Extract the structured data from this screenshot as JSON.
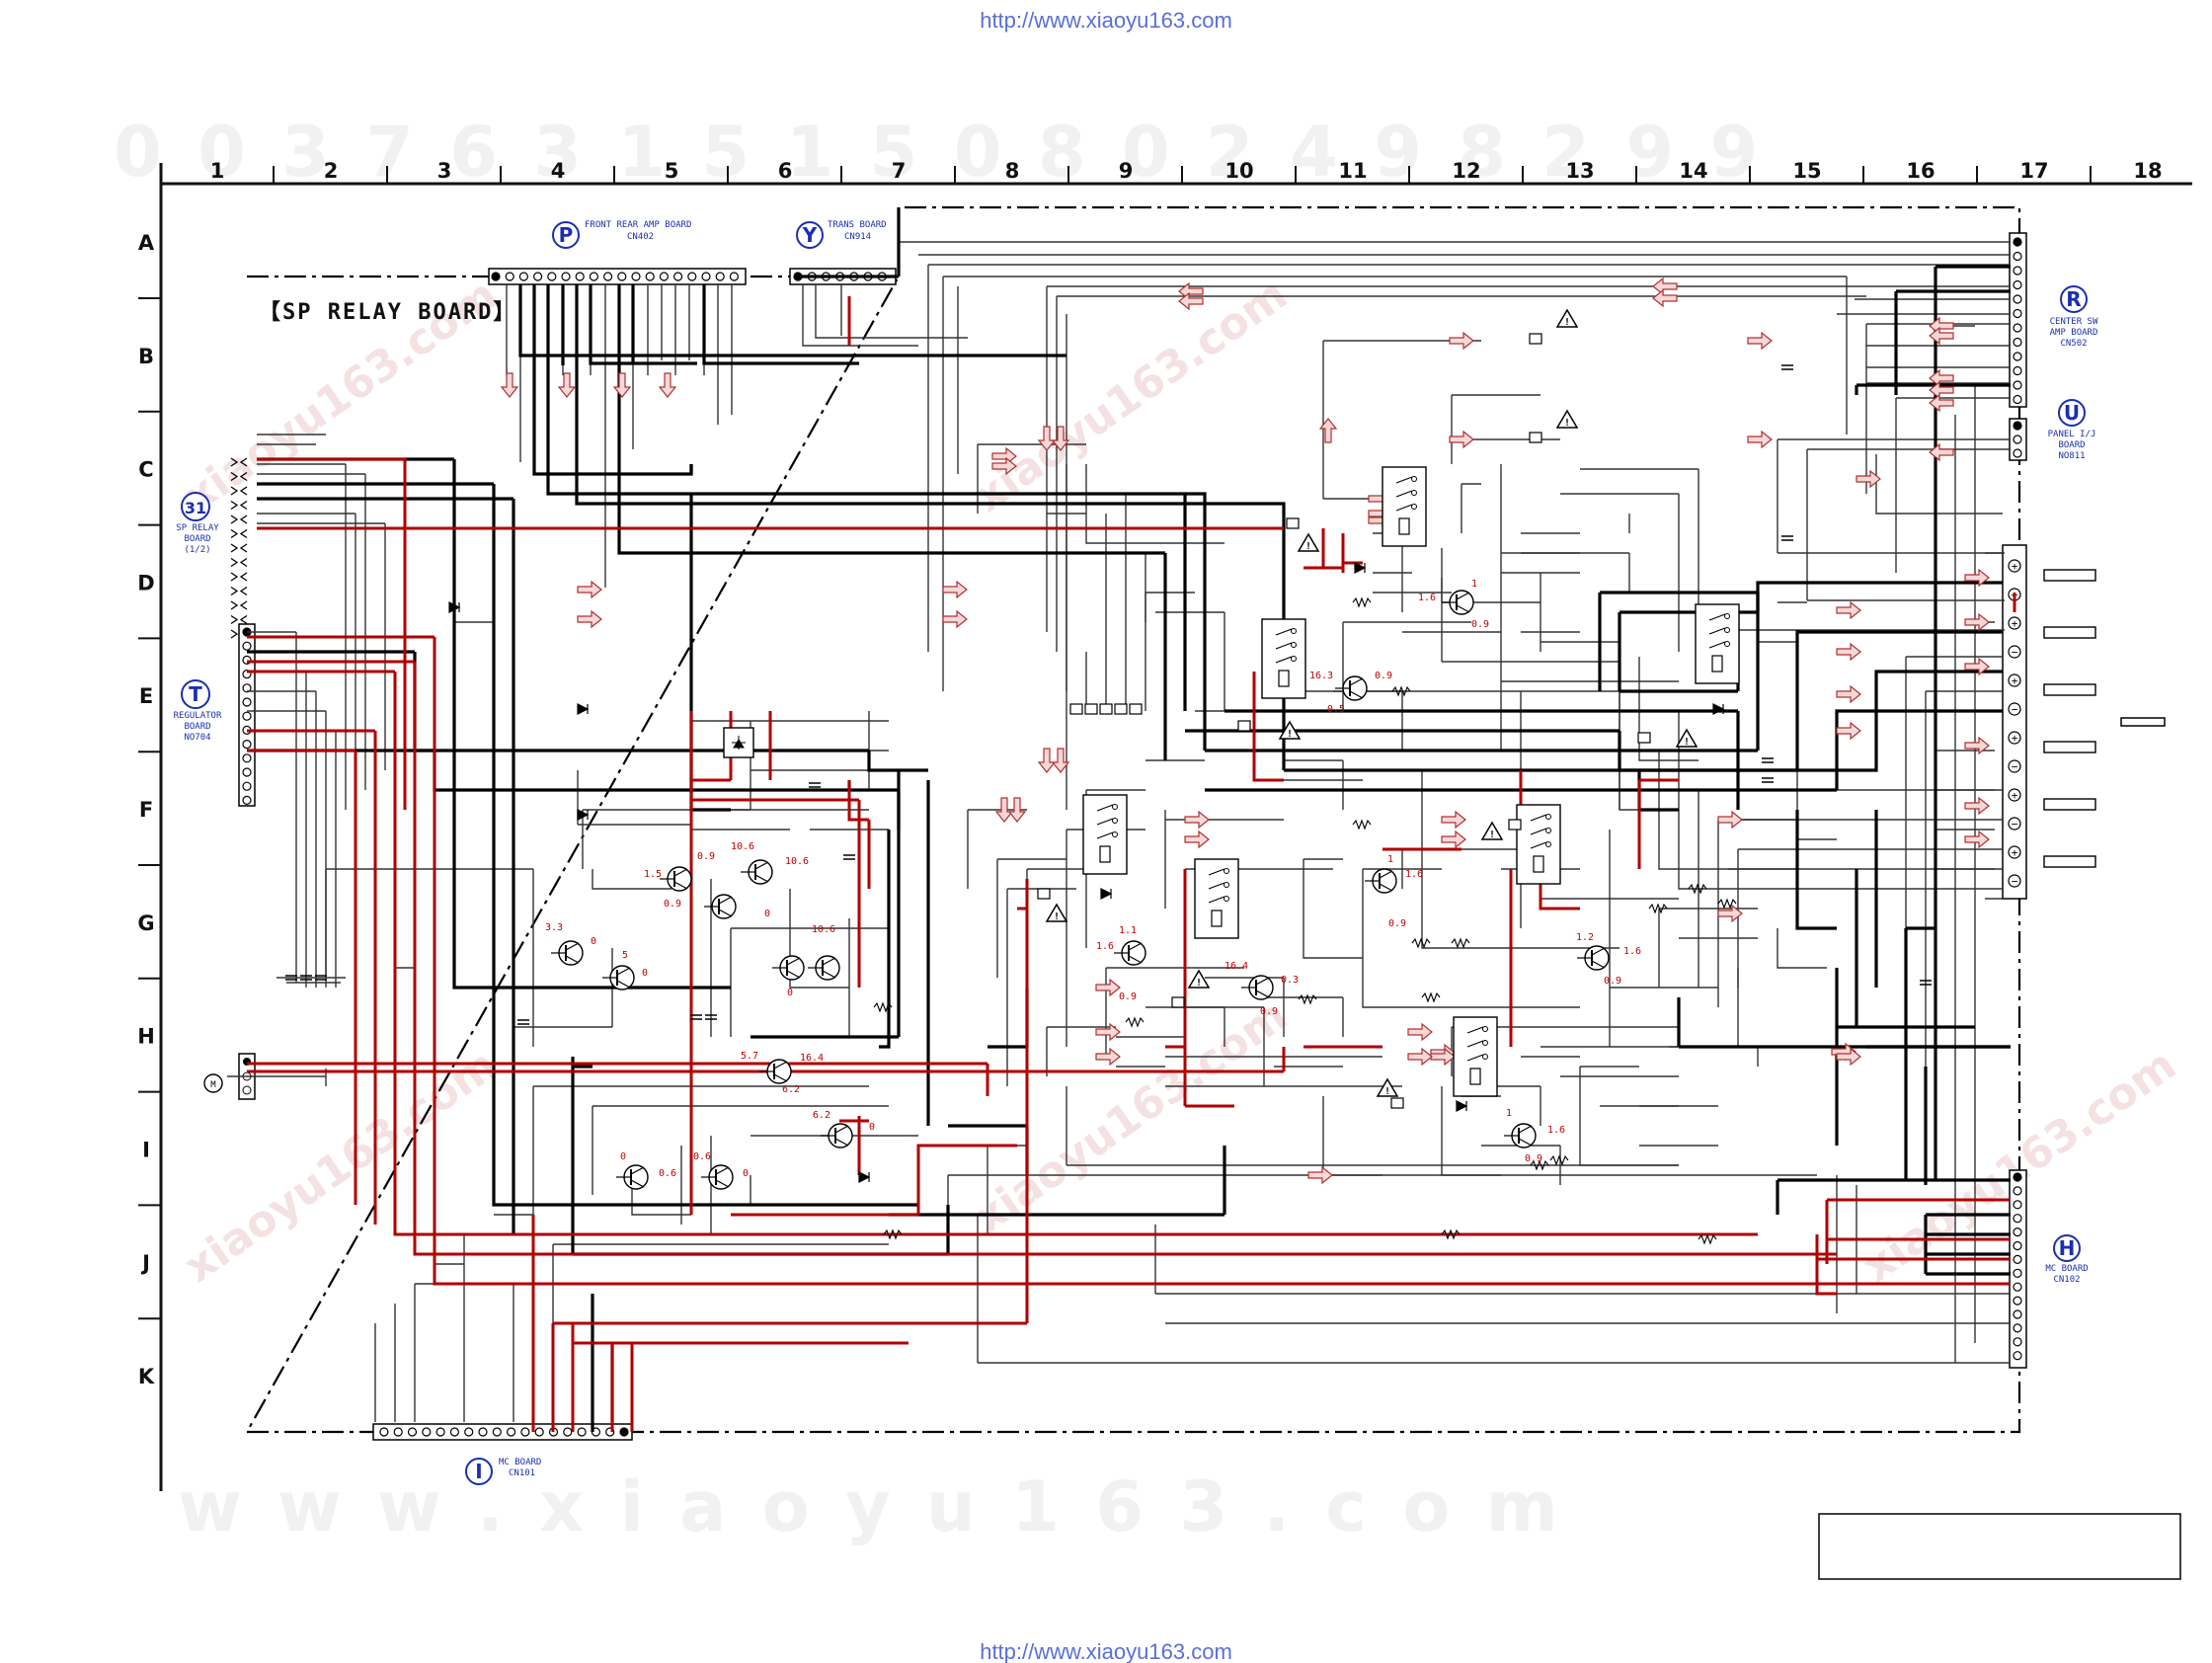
{
  "page": {
    "url_top": "http://www.xiaoyu163.com",
    "url_bottom": "http://www.xiaoyu163.com",
    "watermark_number": "0 0 3 7 6 3 1 5 1 5 0 8 0 2 4 9 8 2 9 9",
    "watermark_site": "w w w . x i a o y u 1 6 3 . c o m"
  },
  "grid": {
    "columns": [
      "1",
      "2",
      "3",
      "4",
      "5",
      "6",
      "7",
      "8",
      "9",
      "10",
      "11",
      "12",
      "13",
      "14",
      "15",
      "16",
      "17",
      "18"
    ],
    "rows": [
      "A",
      "B",
      "C",
      "D",
      "E",
      "F",
      "G",
      "H",
      "I",
      "J",
      "K"
    ]
  },
  "board_title": "【SP RELAY BOARD】",
  "connectors": {
    "P": {
      "letter": "P",
      "line1": "FRONT REAR AMP BOARD",
      "line2": "CN402"
    },
    "Y": {
      "letter": "Y",
      "line1": "TRANS BOARD",
      "line2": "CN914"
    },
    "R": {
      "letter": "R",
      "line1": "CENTER SW",
      "line2": "AMP BOARD",
      "line3": "CN502"
    },
    "U": {
      "letter": "U",
      "line1": "PANEL I/J",
      "line2": "BOARD",
      "line3": "NO811"
    },
    "B31": {
      "letter": "31",
      "line1": "SP RELAY",
      "line2": "BOARD",
      "line3": "(1/2)"
    },
    "T": {
      "letter": "T",
      "line1": "REGULATOR",
      "line2": "BOARD",
      "line3": "NO704"
    },
    "H": {
      "letter": "H",
      "line1": "MC BOARD",
      "line2": "CN102"
    },
    "I": {
      "letter": "I",
      "line1": "MC BOARD",
      "line2": "CN101"
    }
  },
  "voltages": {
    "q1": [
      "1.5",
      "0.9",
      "0.9"
    ],
    "q2": [
      "10.6",
      "10.6",
      "0"
    ],
    "q3": [
      "3.3",
      "0",
      "5",
      "0"
    ],
    "q4": [
      "10.6",
      "0"
    ],
    "q5": [
      "5.7",
      "16.4",
      "6.2",
      "6.2",
      "0"
    ],
    "q6": [
      "0",
      "0.6",
      "0.6",
      "0"
    ],
    "q7": [
      "1.1",
      "1.6",
      "0.9"
    ],
    "q8": [
      "16.4",
      "0.3",
      "0.9"
    ],
    "q9": [
      "16.3",
      "0.9",
      "0.5"
    ],
    "q10": [
      "1.6",
      "1",
      "0.9"
    ],
    "q11": [
      "1",
      "1.6",
      "0.9"
    ],
    "q12": [
      "1.2",
      "1.6",
      "0.9"
    ],
    "q13": [
      "1",
      "1.6",
      "0.9"
    ]
  },
  "speaker_terminals": [
    "+",
    "−",
    "+",
    "−",
    "+",
    "−",
    "+",
    "−",
    "+",
    "−",
    "+",
    "−"
  ]
}
